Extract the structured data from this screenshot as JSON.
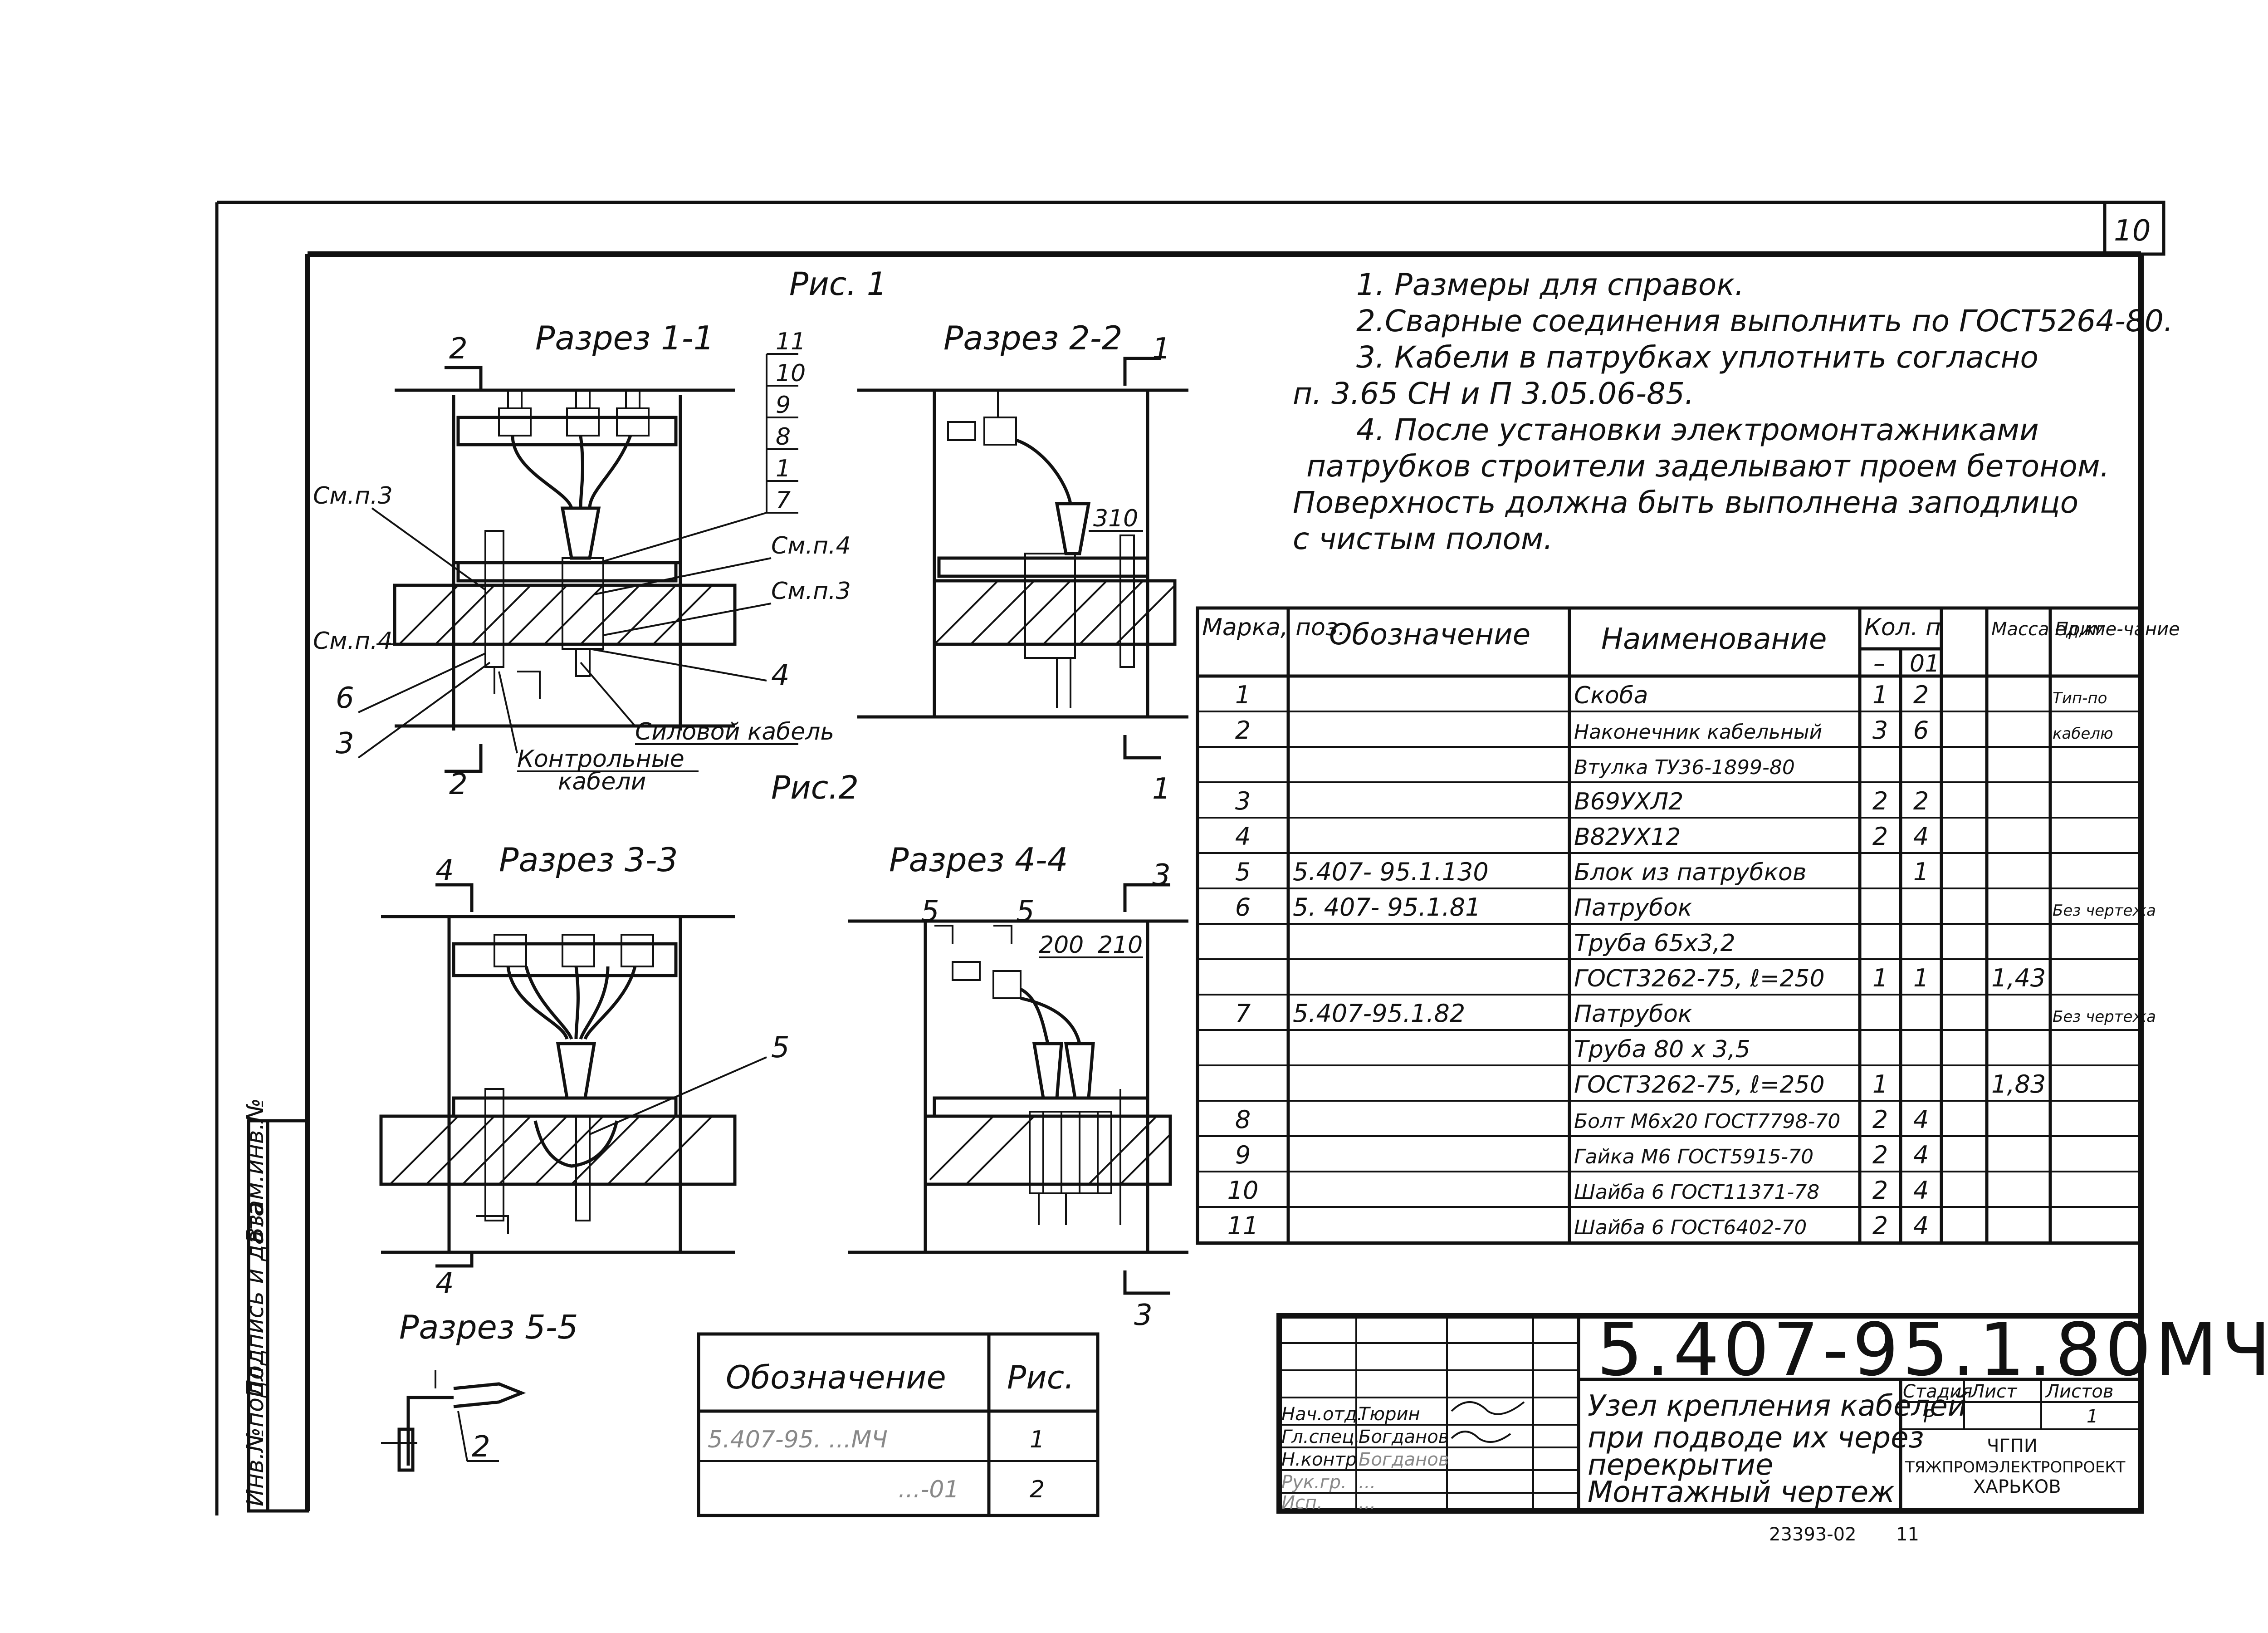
{
  "sheet_number": "10",
  "figures": {
    "fig1_label": "Рис. 1",
    "fig2_label": "Рис.2",
    "section_1_1": "Разрез 1-1",
    "section_2_2": "Разрез 2-2",
    "section_3_3": "Разрез 3-3",
    "section_4_4": "Разрез 4-4",
    "section_5_5": "Разрез 5-5",
    "callouts_1_1": {
      "layers": [
        "11",
        "10",
        "9",
        "8",
        "1",
        "7"
      ],
      "see_p4_right": "См.п.4",
      "see_p3_right": "См.п.3",
      "see_p3_left": "См.п.3",
      "see_p4_left": "См.п.4",
      "num_6": "6",
      "num_3": "3",
      "num_4": "4",
      "power_cable": "Силовой кабель",
      "control_cables_1": "Контрольные",
      "control_cables_2": "кабели",
      "cut_2_top": "2",
      "cut_2_bottom": "2"
    },
    "callouts_2_2": {
      "dim_310": "310",
      "cut_1_top": "1",
      "cut_1_bottom": "1"
    },
    "callouts_3_3": {
      "num_5": "5",
      "cut_4_top": "4",
      "cut_4_bottom": "4"
    },
    "callouts_4_4": {
      "cut_5_a": "5",
      "cut_5_b": "5",
      "dim_200": "200",
      "dim_210": "210",
      "cut_3_top": "3",
      "cut_3_bottom": "3"
    },
    "callouts_5_5": {
      "num_2": "2"
    }
  },
  "notes": [
    "1. Размеры для справок.",
    "2.Сварные соединения выполнить по ГОСТ5264-80.",
    "3. Кабели в патрубках уплотнить согласно",
    "п. 3.65 СН и П 3.05.06-85.",
    "4. После установки электромонтажниками",
    "патрубков строители заделывают проем бетоном.",
    "Поверхность должна быть выполнена заподлицо",
    "с чистым полом."
  ],
  "spec_table": {
    "headers": {
      "mark": "Марка, поз.",
      "designation": "Обозначение",
      "name": "Наименование",
      "qty": "Кол. п",
      "qty_dash": "–",
      "qty_01": "01",
      "mass": "Масса ед,кг",
      "note": "Приме-чание"
    },
    "rows": [
      {
        "mark": "1",
        "designation": "",
        "name": "Скоба",
        "q1": "1",
        "q2": "2",
        "mass": "",
        "note": "Тип-по"
      },
      {
        "mark": "2",
        "designation": "",
        "name": "Наконечник кабельный",
        "q1": "3",
        "q2": "6",
        "mass": "",
        "note": "кабелю"
      },
      {
        "mark": "",
        "designation": "",
        "name": "Втулка ТУ36-1899-80",
        "q1": "",
        "q2": "",
        "mass": "",
        "note": ""
      },
      {
        "mark": "3",
        "designation": "",
        "name": "В69УХЛ2",
        "q1": "2",
        "q2": "2",
        "mass": "",
        "note": ""
      },
      {
        "mark": "4",
        "designation": "",
        "name": "В82УХ12",
        "q1": "2",
        "q2": "4",
        "mass": "",
        "note": ""
      },
      {
        "mark": "5",
        "designation": "5.407- 95.1.130",
        "name": "Блок из патрубков",
        "q1": "",
        "q2": "1",
        "mass": "",
        "note": ""
      },
      {
        "mark": "6",
        "designation": "5. 407- 95.1.81",
        "name": "Патрубок",
        "q1": "",
        "q2": "",
        "mass": "",
        "note": "Без чертежа"
      },
      {
        "mark": "",
        "designation": "",
        "name": "Труба 65х3,2",
        "q1": "",
        "q2": "",
        "mass": "",
        "note": ""
      },
      {
        "mark": "",
        "designation": "",
        "name": "ГОСТ3262-75, ℓ=250",
        "q1": "1",
        "q2": "1",
        "mass": "1,43",
        "note": ""
      },
      {
        "mark": "7",
        "designation": "5.407-95.1.82",
        "name": "Патрубок",
        "q1": "",
        "q2": "",
        "mass": "",
        "note": "Без чертежа"
      },
      {
        "mark": "",
        "designation": "",
        "name": "Труба 80 х 3,5",
        "q1": "",
        "q2": "",
        "mass": "",
        "note": ""
      },
      {
        "mark": "",
        "designation": "",
        "name": "ГОСТ3262-75, ℓ=250",
        "q1": "1",
        "q2": "",
        "mass": "1,83",
        "note": ""
      },
      {
        "mark": "8",
        "designation": "",
        "name": "Болт М6х20 ГОСТ7798-70",
        "q1": "2",
        "q2": "4",
        "mass": "",
        "note": ""
      },
      {
        "mark": "9",
        "designation": "",
        "name": "Гайка М6 ГОСТ5915-70",
        "q1": "2",
        "q2": "4",
        "mass": "",
        "note": ""
      },
      {
        "mark": "10",
        "designation": "",
        "name": "Шайба 6 ГОСТ11371-78",
        "q1": "2",
        "q2": "4",
        "mass": "",
        "note": ""
      },
      {
        "mark": "11",
        "designation": "",
        "name": "Шайба 6 ГОСТ6402-70",
        "q1": "2",
        "q2": "4",
        "mass": "",
        "note": ""
      }
    ]
  },
  "fig_table": {
    "header_designation": "Обозначение",
    "header_fig": "Рис.",
    "rows": [
      {
        "designation": "5.407-95. ...МЧ",
        "fig": "1"
      },
      {
        "designation": "...-01",
        "fig": "2"
      }
    ]
  },
  "title_block": {
    "code": "5.407-95.1.80МЧ",
    "title_lines": [
      "Узел крепления кабелей",
      "при подводе их через",
      "перекрытие",
      "Монтажный чертеж"
    ],
    "stage_label": "Стадия",
    "sheet_label": "Лист",
    "sheets_label": "Листов",
    "stage": "Р",
    "sheets": "1",
    "org_lines": [
      "ЧГПИ",
      "ТЯЖПРОМЭЛЕКТРОПРОЕКТ",
      "ХАРЬКОВ"
    ],
    "signers": [
      {
        "role": "Нач.отд.",
        "name": "Тюрин"
      },
      {
        "role": "Гл.спец.",
        "name": "Богданов"
      },
      {
        "role": "Н.контр",
        "name": "Богданов"
      },
      {
        "role": "Рук.гр.",
        "name": "..."
      },
      {
        "role": "Исп.",
        "name": "..."
      }
    ],
    "footer_code": "23393-02",
    "footer_sheet": "11"
  },
  "side_stamp": [
    "Инв.№подл.",
    "Подпись и дата",
    "Взам.инв.№"
  ]
}
